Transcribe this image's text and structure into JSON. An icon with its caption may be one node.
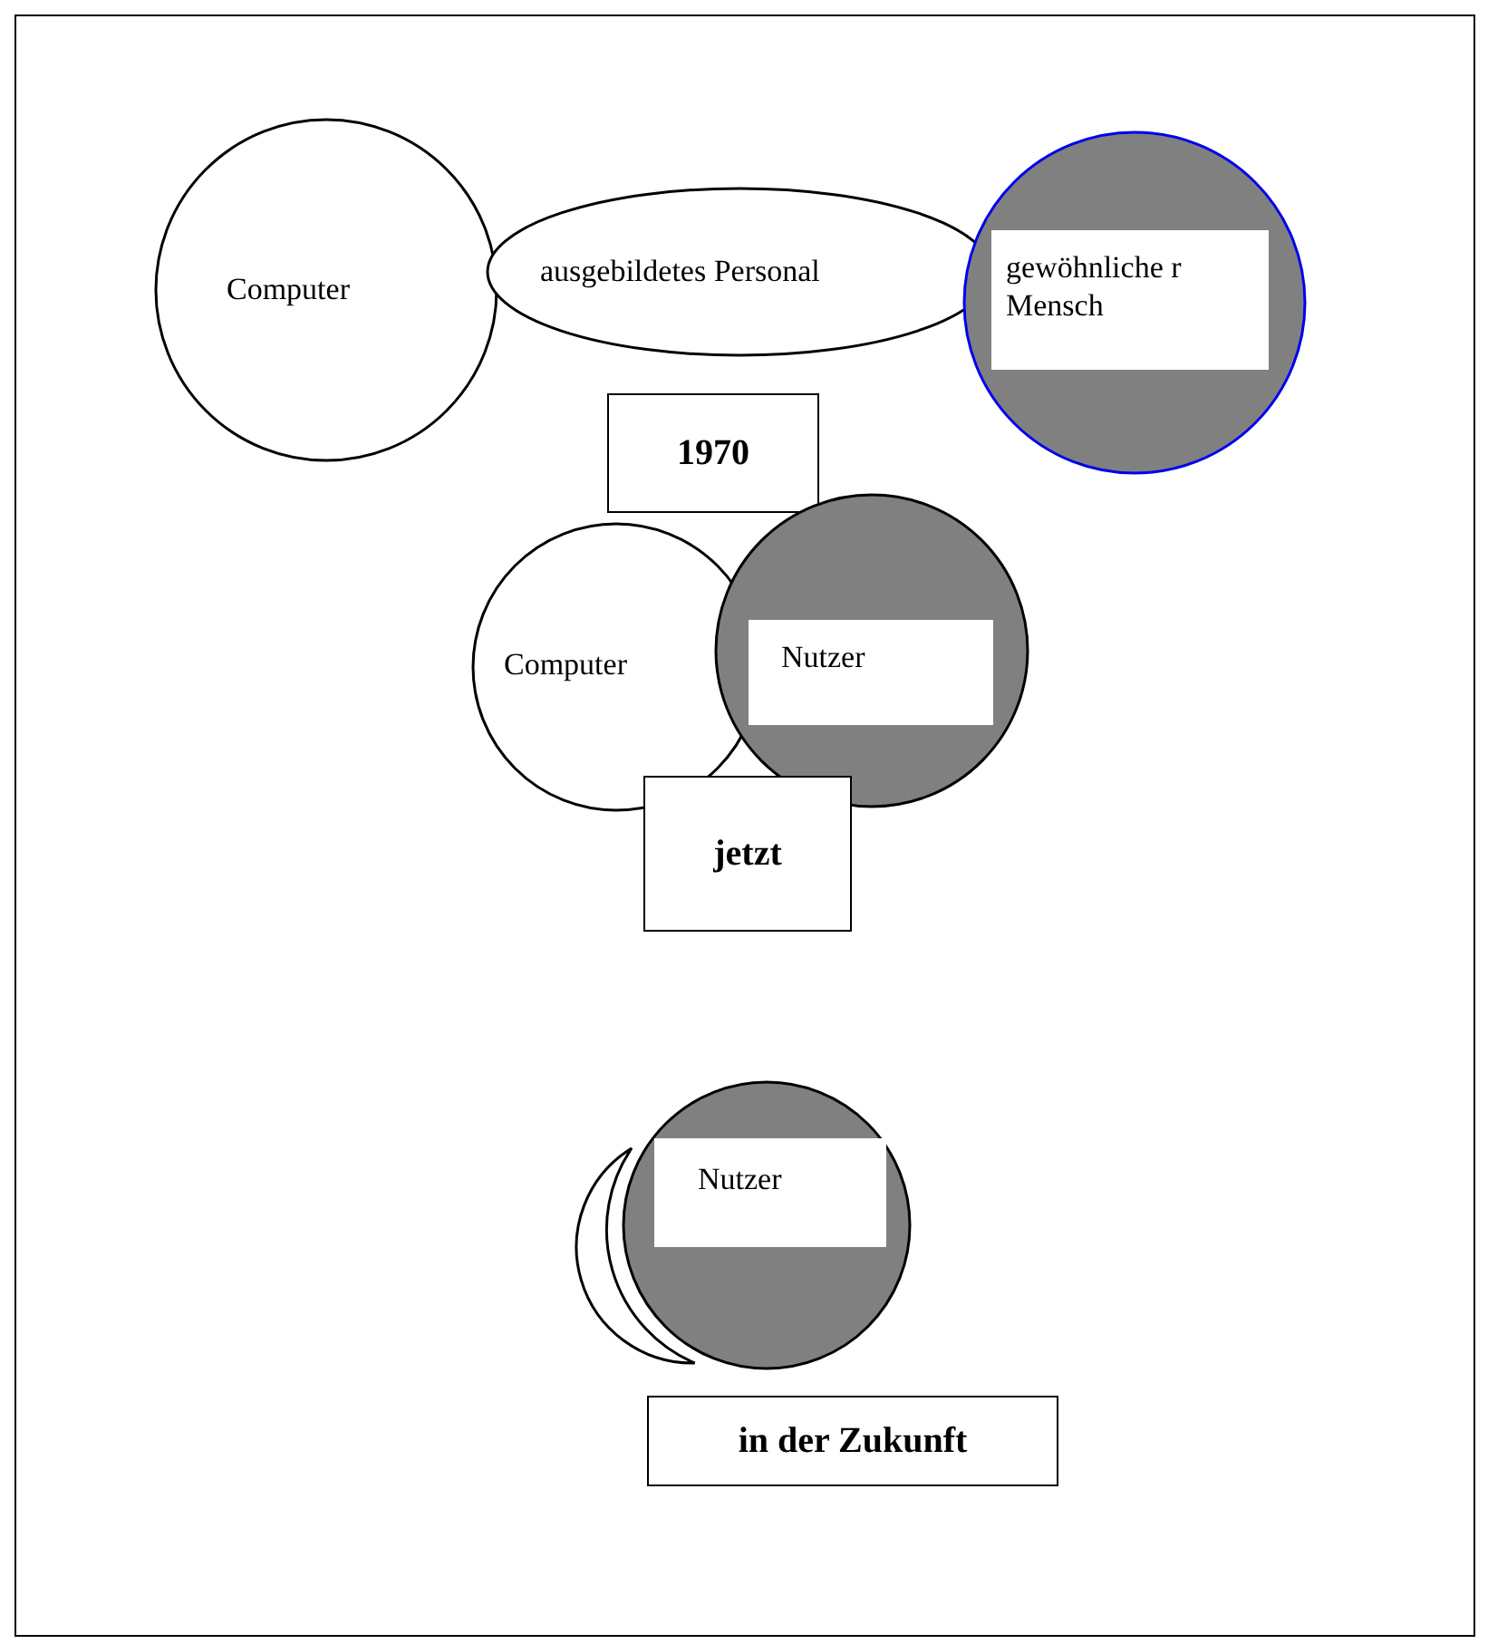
{
  "diagram": {
    "nodes": [
      {
        "text": [
          "Computer"
        ]
      },
      {
        "text": [
          "ausgebildetes Personal"
        ]
      },
      {
        "text": [
          "gewöhnliche r Mensch"
        ]
      },
      {
        "text": [
          "1970"
        ]
      },
      {
        "text": [
          "Computer"
        ]
      },
      {
        "text": [
          "Nutzer"
        ]
      },
      {
        "text": [
          "jetzt"
        ]
      },
      {
        "text": [],
        "shape": "circle"
      },
      {
        "text": [
          "Nutzer"
        ]
      },
      {
        "text": [
          "in der Zukunft"
        ]
      }
    ]
  }
}
